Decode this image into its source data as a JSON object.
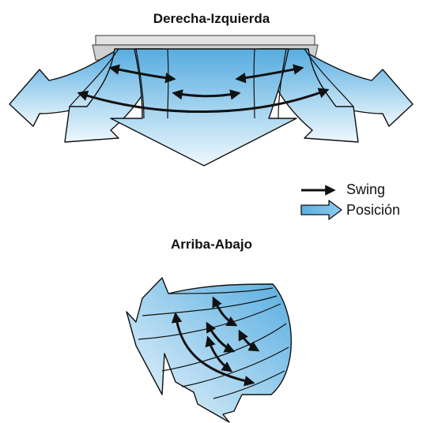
{
  "titles": {
    "top": "Derecha-Izquierda",
    "bottom": "Arriba-Abajo"
  },
  "legend": {
    "swing": {
      "label": "Swing",
      "icon": "black-double-arrow-icon",
      "color": "#111111"
    },
    "position": {
      "label": "Posición",
      "icon": "blue-outlined-arrow-icon",
      "color": "#5aaee0"
    }
  },
  "colors": {
    "airflow_light": "#eef8fd",
    "airflow_dark": "#56ace0",
    "outline": "#111111",
    "unit_body": "#d4d4d4"
  }
}
